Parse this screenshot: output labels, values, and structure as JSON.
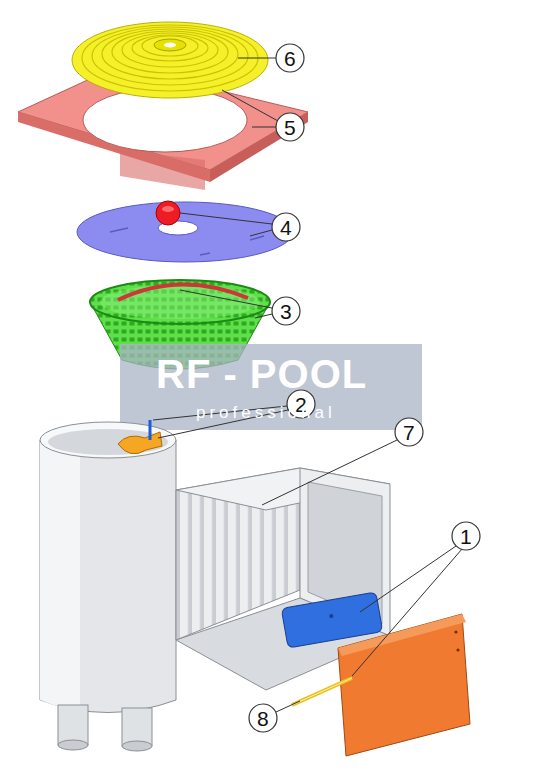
{
  "diagram": {
    "labels": [
      "6",
      "5",
      "4",
      "3",
      "2",
      "7",
      "1",
      "8",
      "RF - POOL",
      "professional"
    ]
  }
}
